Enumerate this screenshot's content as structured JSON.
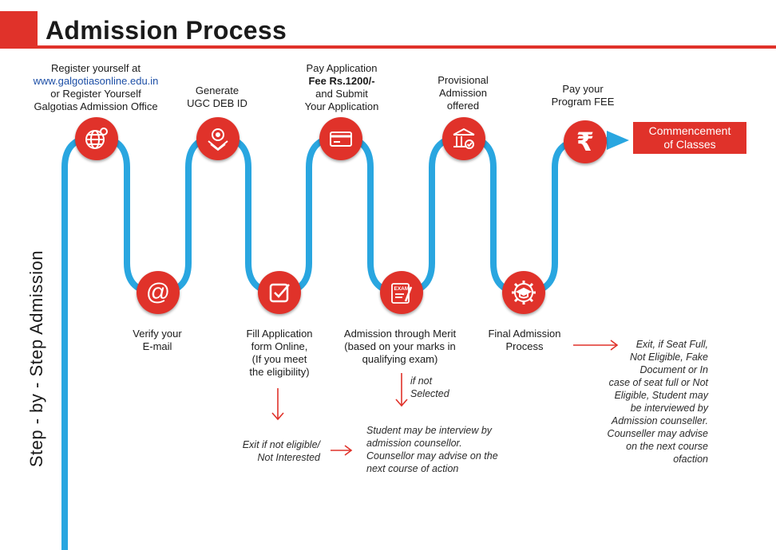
{
  "title": "Admission Process",
  "side_title": "Step - by - Step Admission",
  "top_steps": {
    "register": {
      "line1": "Register yourself at",
      "link": "www.galgotiasonline.edu.in",
      "line2": "or Register Yourself",
      "line3": "Galgotias Admission Office"
    },
    "generate": {
      "line1": "Generate",
      "line2": "UGC DEB ID"
    },
    "pay_application": {
      "line1": "Pay Application",
      "line2": "Fee Rs.1200/-",
      "line3": "and Submit",
      "line4": "Your Application"
    },
    "provisional": {
      "line1": "Provisional",
      "line2": "Admission",
      "line3": "offered"
    },
    "pay_fee": {
      "line1": "Pay your",
      "line2": "Program FEE"
    }
  },
  "bottom_steps": {
    "verify": {
      "line1": "Verify your",
      "line2": "E-mail"
    },
    "fill_form": {
      "line1": "Fill Application",
      "line2": "form Online,",
      "line3": "(If you meet",
      "line4": "the eligibility)"
    },
    "merit": {
      "line1": "Admission through Merit",
      "line2": "(based on your marks in",
      "line3": "qualifying exam)"
    },
    "final": {
      "line1": "Final Admission",
      "line2": "Process"
    }
  },
  "final_box": {
    "line1": "Commencement",
    "line2": "of Classes"
  },
  "notes": {
    "not_eligible": {
      "line1": "Exit if not eligible/",
      "line2": "Not Interested"
    },
    "not_selected": {
      "line1": "if not",
      "line2": "Selected"
    },
    "interview": {
      "line1": "Student may be interview by",
      "line2": "admission counsellor.",
      "line3": "Counsellor may advise on the",
      "line4": "next course of action"
    },
    "exit_seat": {
      "line1": "Exit, if Seat Full,",
      "line2": "Not Eligible, Fake",
      "line3": "Document or In",
      "line4": "case of seat full or Not",
      "line5": "Eligible, Student may",
      "line6": "be interviewed by",
      "line7": "Admission counseller.",
      "line8": "Counseller may advise",
      "line9": "on the next course",
      "line10": "ofaction"
    }
  },
  "icons": {
    "register": "globe-gear-icon",
    "generate": "emblem-icon",
    "pay": "card-icon",
    "provisional": "building-check-icon",
    "fee": "rupee-icon",
    "verify": "at-icon",
    "fill": "checkbox-icon",
    "merit": "exam-icon",
    "final": "gear-cap-icon"
  },
  "colors": {
    "accent": "#e0322a",
    "path": "#29a6e0",
    "link": "#1d4fa6"
  }
}
